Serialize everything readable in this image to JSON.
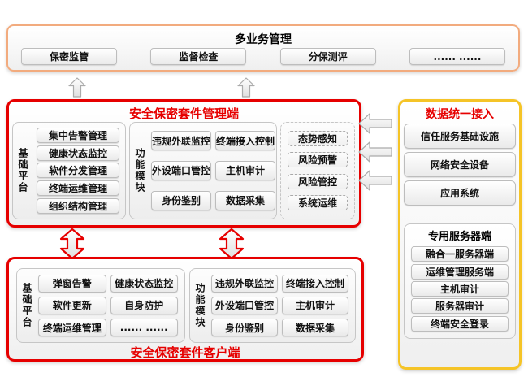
{
  "colors": {
    "red": "#e60000",
    "peach": "#f2ab7e",
    "gold": "#f5c427"
  },
  "top": {
    "title": "多业务管理",
    "buttons": [
      "保密监管",
      "监督检查",
      "分保测评",
      "...... ......"
    ]
  },
  "mgmt": {
    "title": "安全保密套件管理端",
    "basic_label": "基础平台",
    "basic_items": [
      "集中告警管理",
      "健康状态监控",
      "软件分发管理",
      "终端运维管理",
      "组织结构管理"
    ],
    "func_label": "功能模块",
    "func_items": [
      "违规外联监控",
      "终端接入控制",
      "外设端口管控",
      "主机审计",
      "身份鉴别",
      "数据采集"
    ],
    "situation_items": [
      "态势感知",
      "风险预警",
      "风险管控",
      "系统运维"
    ]
  },
  "client": {
    "title": "安全保密套件客户端",
    "basic_label": "基础平台",
    "basic_items": [
      "弹窗告警",
      "健康状态监控",
      "软件更新",
      "自身防护",
      "终端运维管理",
      "...... ......"
    ],
    "func_label": "功能模块",
    "func_items": [
      "违规外联监控",
      "终端接入控制",
      "外设端口管控",
      "主机审计",
      "身份鉴别",
      "数据采集"
    ]
  },
  "data_access": {
    "title": "数据统一接入",
    "items": [
      "信任服务基础设施",
      "网络安全设备",
      "应用系统"
    ],
    "server": {
      "title": "专用服务器端",
      "items": [
        "融合一服务器端",
        "运维管理服务端",
        "主机审计",
        "服务器审计",
        "终端安全登录"
      ]
    }
  }
}
